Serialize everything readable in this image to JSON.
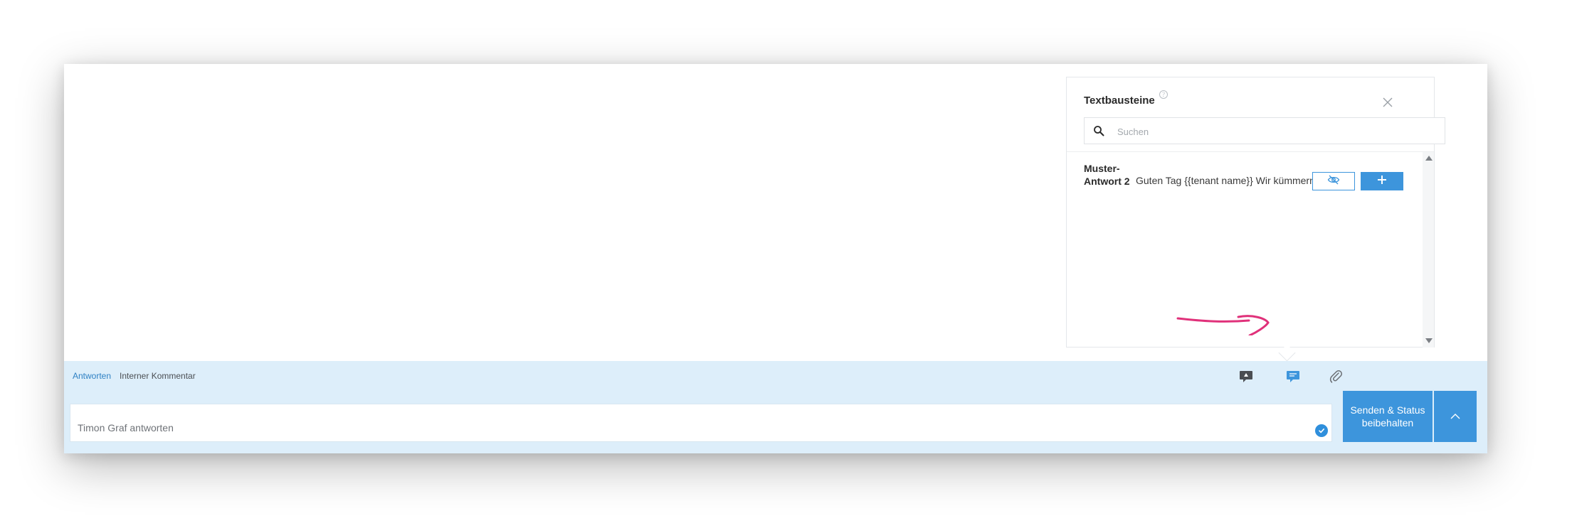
{
  "textbausteine": {
    "title": "Textbausteine",
    "info_icon_glyph": "?",
    "search_placeholder": "Suchen",
    "items": [
      {
        "name": "Muster-Antwort 2",
        "preview_text": "Guten Tag {{tenant name}} Wir kümmern"
      }
    ]
  },
  "reply": {
    "tabs": [
      {
        "label": "Antworten",
        "active": true
      },
      {
        "label": "Interner Kommentar",
        "active": false
      }
    ],
    "input_placeholder": "Timon Graf antworten",
    "send_label": "Senden & Status beibehalten"
  },
  "colors": {
    "accent": "#3d95dc",
    "reply_bar_bg": "#ddeefa",
    "annotation": "#e0317a"
  },
  "icons": {
    "close": "close-icon",
    "search": "search-icon",
    "preview": "eye-icon",
    "add": "plus-icon",
    "canned_responses": "textbausteine-icon",
    "comment": "comment-icon",
    "attachment": "paperclip-icon",
    "check": "check-icon",
    "chevron": "chevron-up-icon"
  }
}
